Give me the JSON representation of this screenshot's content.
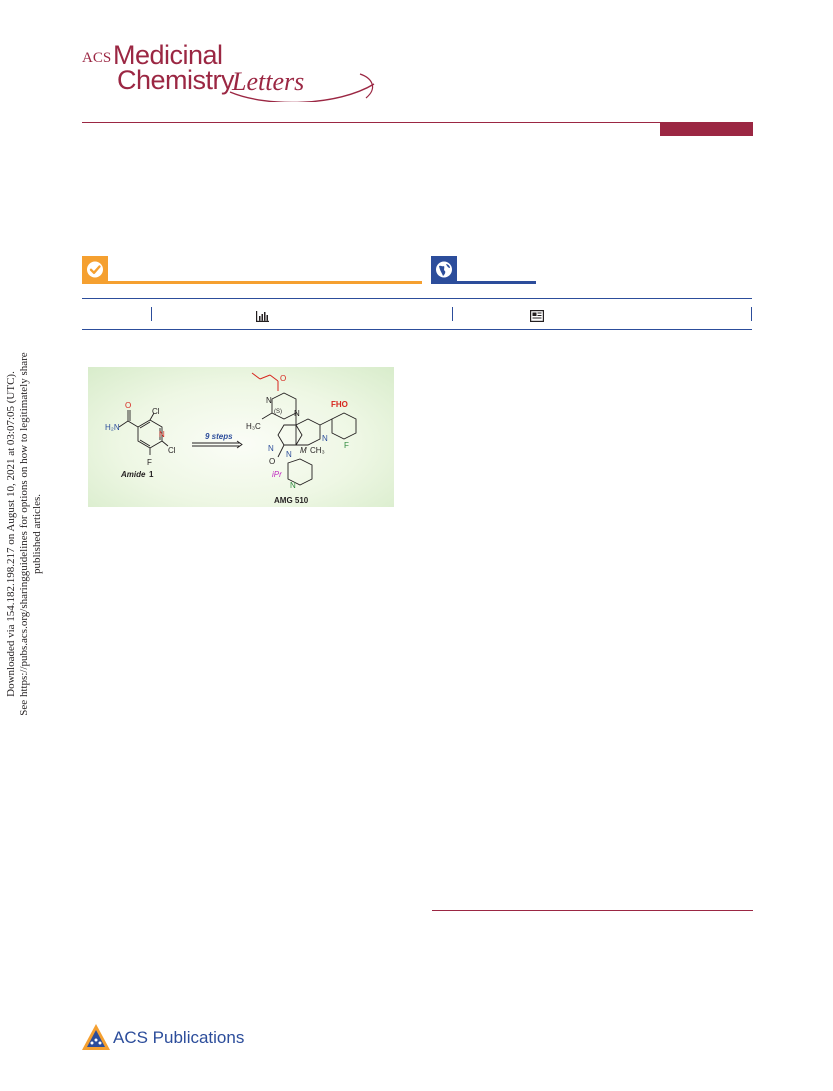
{
  "journal": {
    "prefix": "ACS",
    "line1": "Medicinal",
    "line2": "Chemistry",
    "line3": "Letters"
  },
  "colors": {
    "brand": "#9b2743",
    "open_access": "#f5a030",
    "free": "#2c4d9b"
  },
  "access_icons": [
    "check-circle-icon",
    "globe-icon"
  ],
  "metrics_icons": [
    "bar-chart-icon",
    "article-icon"
  ],
  "toc_graphic": {
    "steps": "9 steps",
    "start_material": "Amide",
    "start_number": "1",
    "product": "AMG 510",
    "labels": {
      "o_top": "O",
      "cl1": "Cl",
      "cl2": "Cl",
      "n_pyr": "N",
      "f_start": "F",
      "h2n": "H₂N",
      "o_amide": "O",
      "n_pip1": "N",
      "n_pip2": "N",
      "s_label": "(S)",
      "h3c": "H₃C",
      "fho": "FHO",
      "n_ring": "N",
      "n_pyrim": "N",
      "n_right": "N",
      "o_urea": "O",
      "m_label": "M",
      "ch3": "CH₃",
      "f_aryl": "F",
      "ipr": "iPr",
      "n_bottom": "N"
    }
  },
  "download_note": {
    "line1": "Downloaded via 154.182.198.217 on August 10, 2021 at 03:07:05 (UTC).",
    "line2": "See https://pubs.acs.org/sharingguidelines for options on how to legitimately share published articles."
  },
  "publisher": "ACS Publications"
}
